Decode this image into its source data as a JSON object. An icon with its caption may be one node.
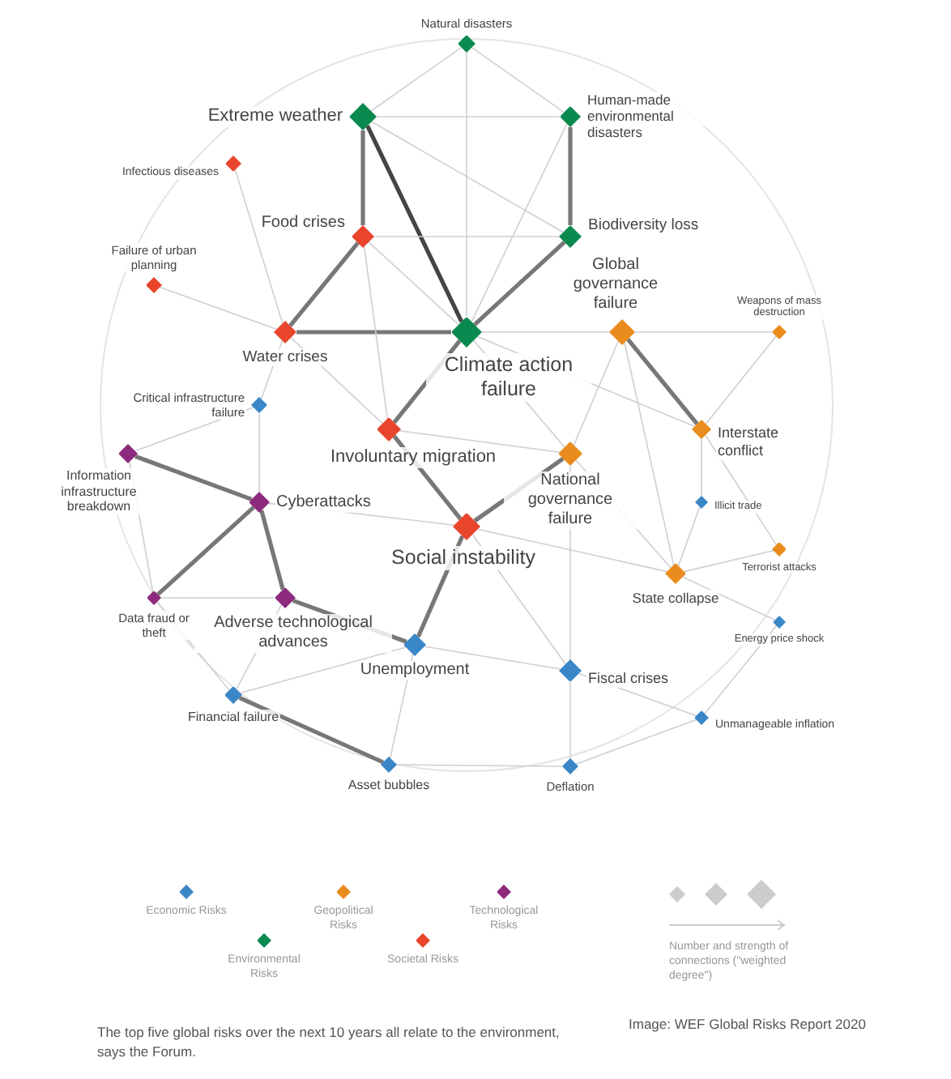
{
  "diagram": {
    "caption": "The top five global risks over the next 10 years all relate to the environment, says the Forum.",
    "nodes": [
      {
        "text": [
          "Natural disasters"
        ]
      },
      {
        "text": [
          "Extreme weather"
        ]
      },
      {
        "text": [
          "Human-made environmental disasters"
        ]
      },
      {
        "text": [
          "Infectious diseases"
        ]
      },
      {
        "text": [
          "Food crises"
        ]
      },
      {
        "text": [
          "Biodiversity loss"
        ]
      },
      {
        "text": [
          "Failure of urban planning"
        ]
      },
      {
        "text": [
          "Water crises"
        ]
      },
      {
        "text": [
          "Climate action failure"
        ]
      },
      {
        "text": [
          "Global governance failure"
        ]
      },
      {
        "text": [
          "Weapons of mass destruction"
        ]
      },
      {
        "text": [
          "Critical infrastructure failure"
        ]
      },
      {
        "text": [
          "Involuntary migration"
        ]
      },
      {
        "text": [
          "National governance failure"
        ]
      },
      {
        "text": [
          "Interstate conflict"
        ]
      },
      {
        "text": [
          "Information infrastructure breakdown"
        ]
      },
      {
        "text": [
          "Cyberattacks"
        ]
      },
      {
        "text": [
          "Illicit trade"
        ]
      },
      {
        "text": [
          "Social instability"
        ]
      },
      {
        "text": [
          "Terrorist attacks"
        ]
      },
      {
        "text": [
          "State collapse"
        ]
      },
      {
        "text": [
          "Data fraud or theft"
        ]
      },
      {
        "text": [
          "Adverse technological advances"
        ]
      },
      {
        "text": [
          "Energy price shock"
        ]
      },
      {
        "text": [
          "Unemployment"
        ]
      },
      {
        "text": [
          "Fiscal crises"
        ]
      },
      {
        "text": [
          "Financial failure"
        ]
      },
      {
        "text": [
          "Unmanageable inflation"
        ]
      },
      {
        "text": [
          "Asset bubbles"
        ]
      },
      {
        "text": [
          "Deflation"
        ]
      }
    ],
    "edges": [
      {
        "from": 1,
        "to": 8,
        "arrow": "none",
        "style": "thick",
        "color": "#444444"
      },
      {
        "from": 5,
        "to": 8,
        "arrow": "none",
        "style": "thick",
        "color": "#777777"
      },
      {
        "from": 15,
        "to": 16,
        "arrow": "none",
        "style": "thick",
        "color": "#777777"
      },
      {
        "from": 16,
        "to": 21,
        "arrow": "none",
        "style": "thick",
        "color": "#777777"
      },
      {
        "from": 16,
        "to": 22,
        "arrow": "none",
        "style": "thick",
        "color": "#777777"
      },
      {
        "from": 22,
        "to": 24,
        "arrow": "none",
        "style": "thick",
        "color": "#777777"
      },
      {
        "from": 18,
        "to": 24,
        "arrow": "none",
        "style": "thick",
        "color": "#777777"
      },
      {
        "from": 18,
        "to": 13,
        "arrow": "none",
        "style": "thick",
        "color": "#777777"
      },
      {
        "from": 26,
        "to": 28,
        "arrow": "none",
        "style": "thick",
        "color": "#777777"
      },
      {
        "from": 9,
        "to": 14,
        "arrow": "none",
        "style": "thick",
        "color": "#777777"
      },
      {
        "from": 1,
        "to": 4,
        "arrow": "none",
        "style": "thick",
        "color": "#777777"
      },
      {
        "from": 4,
        "to": 7,
        "arrow": "none",
        "style": "thick",
        "color": "#777777"
      },
      {
        "from": 7,
        "to": 8,
        "arrow": "none",
        "style": "thick",
        "color": "#777777"
      },
      {
        "from": 2,
        "to": 5,
        "arrow": "none",
        "style": "thick",
        "color": "#777777"
      },
      {
        "from": 12,
        "to": 18,
        "arrow": "none",
        "style": "thick",
        "color": "#777777"
      },
      {
        "from": 8,
        "to": 12,
        "arrow": "none",
        "style": "thick",
        "color": "#777777"
      },
      {
        "from": 0,
        "to": 1,
        "arrow": "none"
      },
      {
        "from": 0,
        "to": 2,
        "arrow": "none"
      },
      {
        "from": 0,
        "to": 8,
        "arrow": "none"
      },
      {
        "from": 1,
        "to": 2,
        "arrow": "none"
      },
      {
        "from": 1,
        "to": 5,
        "arrow": "none"
      },
      {
        "from": 3,
        "to": 7,
        "arrow": "none"
      },
      {
        "from": 6,
        "to": 7,
        "arrow": "none"
      },
      {
        "from": 4,
        "to": 8,
        "arrow": "none"
      },
      {
        "from": 4,
        "to": 12,
        "arrow": "none"
      },
      {
        "from": 4,
        "to": 5,
        "arrow": "none"
      },
      {
        "from": 7,
        "to": 12,
        "arrow": "none"
      },
      {
        "from": 7,
        "to": 11,
        "arrow": "none"
      },
      {
        "from": 8,
        "to": 9,
        "arrow": "none"
      },
      {
        "from": 8,
        "to": 13,
        "arrow": "none"
      },
      {
        "from": 8,
        "to": 14,
        "arrow": "none"
      },
      {
        "from": 2,
        "to": 8,
        "arrow": "none"
      },
      {
        "from": 9,
        "to": 10,
        "arrow": "none"
      },
      {
        "from": 9,
        "to": 20,
        "arrow": "none"
      },
      {
        "from": 9,
        "to": 13,
        "arrow": "none"
      },
      {
        "from": 10,
        "to": 14,
        "arrow": "none"
      },
      {
        "from": 11,
        "to": 15,
        "arrow": "none"
      },
      {
        "from": 11,
        "to": 16,
        "arrow": "none"
      },
      {
        "from": 12,
        "to": 13,
        "arrow": "none"
      },
      {
        "from": 13,
        "to": 20,
        "arrow": "none"
      },
      {
        "from": 14,
        "to": 17,
        "arrow": "none"
      },
      {
        "from": 14,
        "to": 19,
        "arrow": "none"
      },
      {
        "from": 17,
        "to": 20,
        "arrow": "none"
      },
      {
        "from": 18,
        "to": 20,
        "arrow": "none"
      },
      {
        "from": 18,
        "to": 25,
        "arrow": "none"
      },
      {
        "from": 19,
        "to": 20,
        "arrow": "none"
      },
      {
        "from": 20,
        "to": 23,
        "arrow": "none"
      },
      {
        "from": 21,
        "to": 22,
        "arrow": "none"
      },
      {
        "from": 21,
        "to": 26,
        "arrow": "none"
      },
      {
        "from": 22,
        "to": 26,
        "arrow": "none"
      },
      {
        "from": 15,
        "to": 21,
        "arrow": "none"
      },
      {
        "from": 24,
        "to": 25,
        "arrow": "none"
      },
      {
        "from": 25,
        "to": 29,
        "arrow": "none"
      },
      {
        "from": 25,
        "to": 27,
        "arrow": "none"
      },
      {
        "from": 24,
        "to": 28,
        "arrow": "none"
      },
      {
        "from": 26,
        "to": 24,
        "arrow": "none"
      },
      {
        "from": 28,
        "to": 29,
        "arrow": "none"
      },
      {
        "from": 27,
        "to": 29,
        "arrow": "none"
      },
      {
        "from": 27,
        "to": 23,
        "arrow": "none"
      },
      {
        "from": 18,
        "to": 16,
        "arrow": "none"
      },
      {
        "from": 13,
        "to": 25,
        "arrow": "none"
      }
    ],
    "labels": [
      "Image: WEF Global Risks Report 2020"
    ],
    "legend": [
      {
        "text": "Economic Risks",
        "color": "#3a87c8"
      },
      {
        "text": "Geopolitical Risks",
        "color": "#e98c1d"
      },
      {
        "text": "Technological Risks",
        "color": "#8e2a7e"
      },
      {
        "text": "Environmental Risks",
        "color": "#0a8a4f"
      },
      {
        "text": "Societal Risks",
        "color": "#e8452c"
      },
      {
        "text": "Number and strength of connections (\"weighted degree\")"
      }
    ]
  }
}
